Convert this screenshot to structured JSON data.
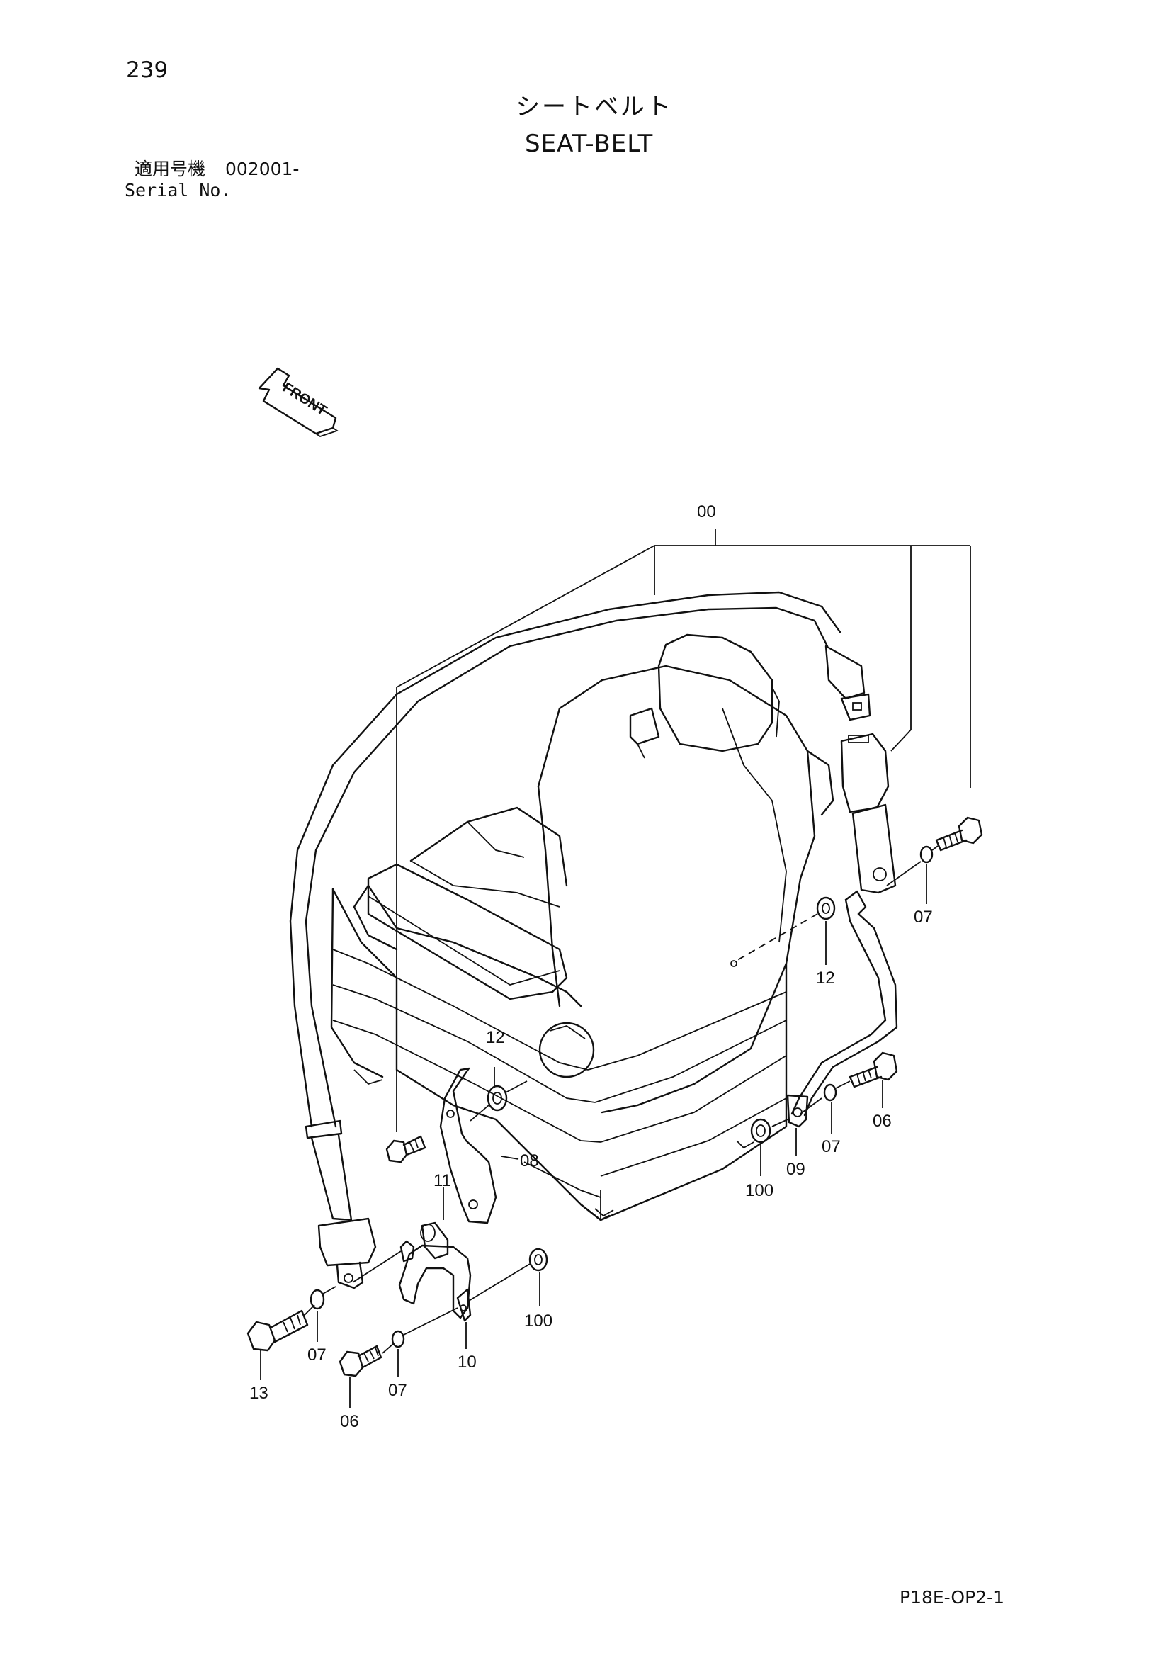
{
  "header": {
    "page_number": "239",
    "title_jp": "シートベルト",
    "title_en": "SEAT-BELT",
    "serial_label_jp": "適用号機",
    "serial_value": "002001-",
    "serial_label_en": "Serial No."
  },
  "front_indicator": {
    "label": "FRONT",
    "icon": "front-arrow-icon"
  },
  "callouts": {
    "assy": "00",
    "c06_bolt_lower": "06",
    "c06_bolt_right": "06",
    "c07_washer_left": "07",
    "c07_washer_lower": "07",
    "c07_washer_right_lower": "07",
    "c07_washer_right_upper": "07",
    "c08_bracket": "08",
    "c09_belt_end": "09",
    "c10_bracket": "10",
    "c11_spacer": "11",
    "c12_spacer_left": "12",
    "c12_spacer_right": "12",
    "c13_bolt": "13",
    "c100_washer_left": "100",
    "c100_washer_right": "100"
  },
  "footer": {
    "page_code": "P18E-OP2-1"
  }
}
